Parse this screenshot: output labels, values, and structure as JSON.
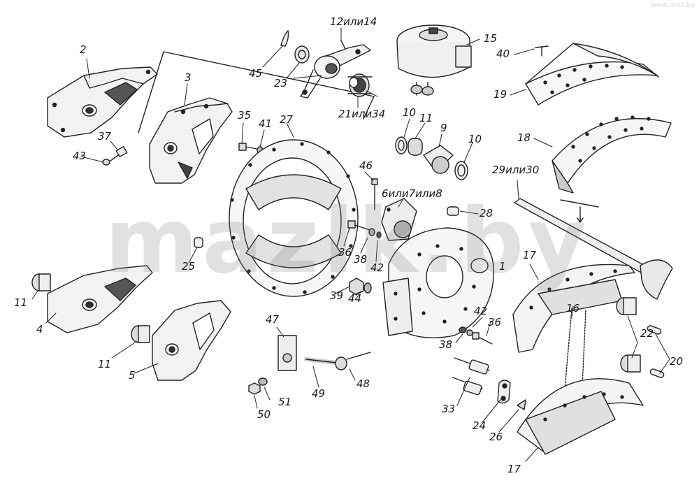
{
  "watermark": "mazlk.by",
  "corner_watermark": "www.maz.by",
  "labels": {
    "l1": "1",
    "l2": "2",
    "l3": "3",
    "l4": "4",
    "l5": "5",
    "l9": "9",
    "l10a": "10",
    "l10b": "10",
    "l11a": "11",
    "l11b": "11",
    "l12": "12или14",
    "l15": "15",
    "l16": "16",
    "l17a": "17",
    "l17b": "17",
    "l18": "18",
    "l19": "19",
    "l20": "20",
    "l21": "21или34",
    "l22": "22",
    "l23": "23",
    "l24": "24",
    "l25": "25",
    "l26": "26",
    "l27": "27",
    "l28": "28",
    "l29": "29или30",
    "l33": "33",
    "l35": "35",
    "l36a": "36",
    "l36b": "36",
    "l37": "37",
    "l38a": "38",
    "l38b": "38",
    "l39": "39",
    "l40": "40",
    "l41": "41",
    "l42a": "42",
    "l42b": "42",
    "l43": "43",
    "l44": "44",
    "l45": "45",
    "l46": "46",
    "l47": "47",
    "l48": "48",
    "l49": "49",
    "l50": "50",
    "l51": "51",
    "l6": "6или7или8",
    "l11c": "11"
  }
}
